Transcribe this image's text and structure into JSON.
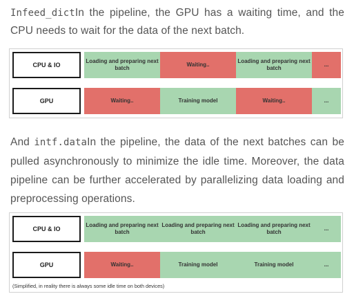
{
  "para1": {
    "code": "Infeed_dict",
    "text": "In the pipeline, the GPU has a waiting time, and the CPU needs to wait for the data of the next batch."
  },
  "diagram1": {
    "cpu_label": "CPU & IO",
    "gpu_label": "GPU",
    "cpu_segments": [
      "Loading and preparing next batch",
      "Waiting..",
      "Loading and preparing next batch",
      "..."
    ],
    "gpu_segments": [
      "Waiting..",
      "Training model",
      "Waiting..",
      "..."
    ]
  },
  "para2": {
    "prefix": "And ",
    "code": "intf.data",
    "text": "In the pipeline, the data of the next batches can be pulled asynchronously to minimize the idle time. Moreover, the data pipeline can be further accelerated by parallelizing data loading and preprocessing operations."
  },
  "diagram2": {
    "cpu_label": "CPU & IO",
    "gpu_label": "GPU",
    "cpu_segments": [
      "Loading and preparing next batch",
      "Loading and preparing next batch",
      "Loading and preparing next batch",
      "..."
    ],
    "gpu_segments": [
      "Waiting..",
      "Training model",
      "Training model",
      "..."
    ],
    "caption": "(Simplified, in reality there is always some idle time on both devices)"
  },
  "colors": {
    "green": "#a8d6b0",
    "red": "#e2706a"
  }
}
